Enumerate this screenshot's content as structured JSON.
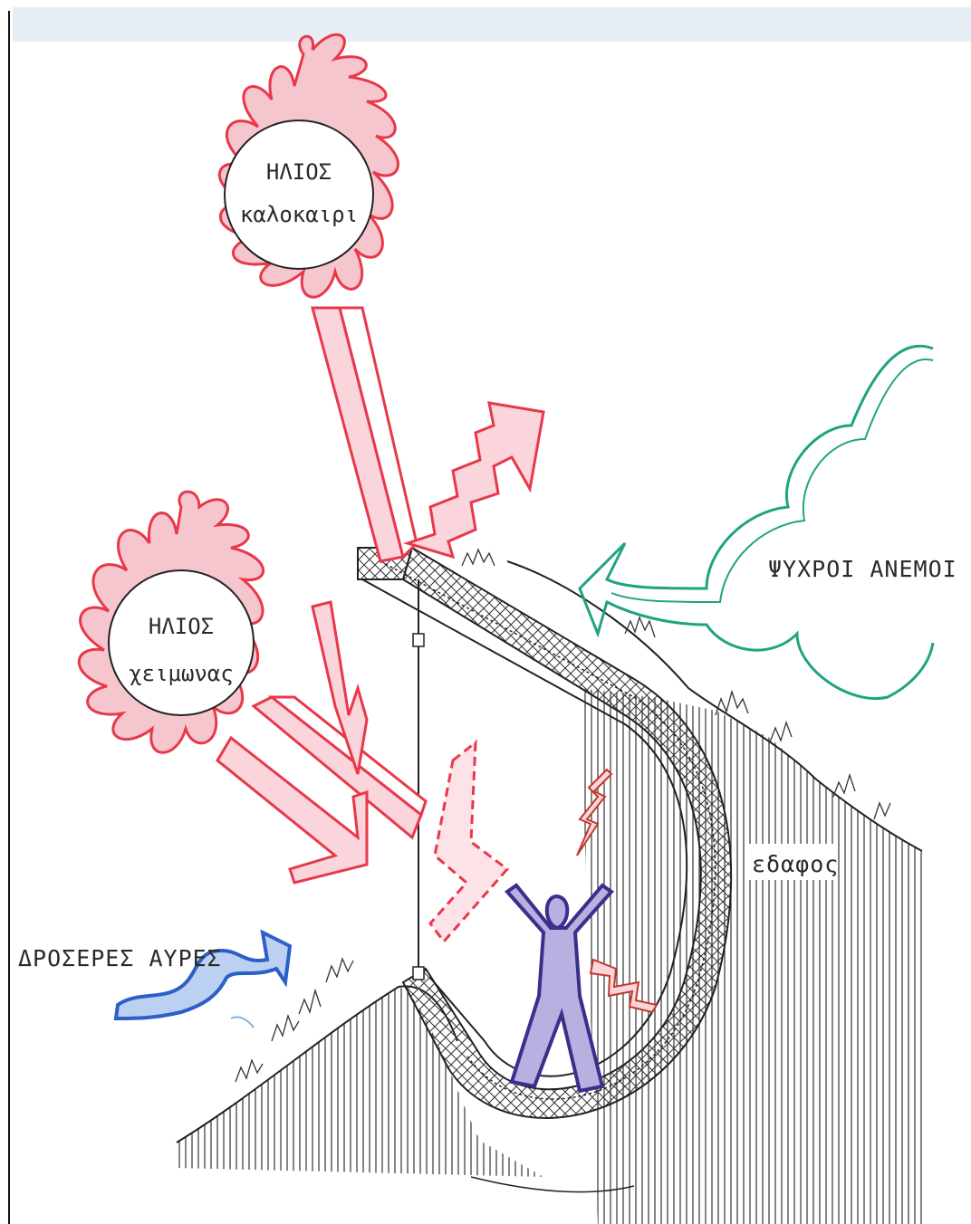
{
  "labels": {
    "sun_summer_line1": "ΗΛΙΟΣ",
    "sun_summer_line2": "καλοκαιρι",
    "sun_winter_line1": "ΗΛΙΟΣ",
    "sun_winter_line2": "χειμωνας",
    "cold_winds": "ΨΥΧΡΟΙ ΑΝΕΜΟΙ",
    "cool_breezes": "ΔΡΟΣΕΡΕΣ ΑΥΡΕΣ",
    "ground": "εδαφος"
  },
  "colors": {
    "sun_red": "#e8384a",
    "sun_fill": "#f6c6cf",
    "cold_wind_green": "#1fa383",
    "breeze_blue": "#2c5fc7",
    "person_indigo": "#3a2f8a",
    "ink": "#222222"
  }
}
